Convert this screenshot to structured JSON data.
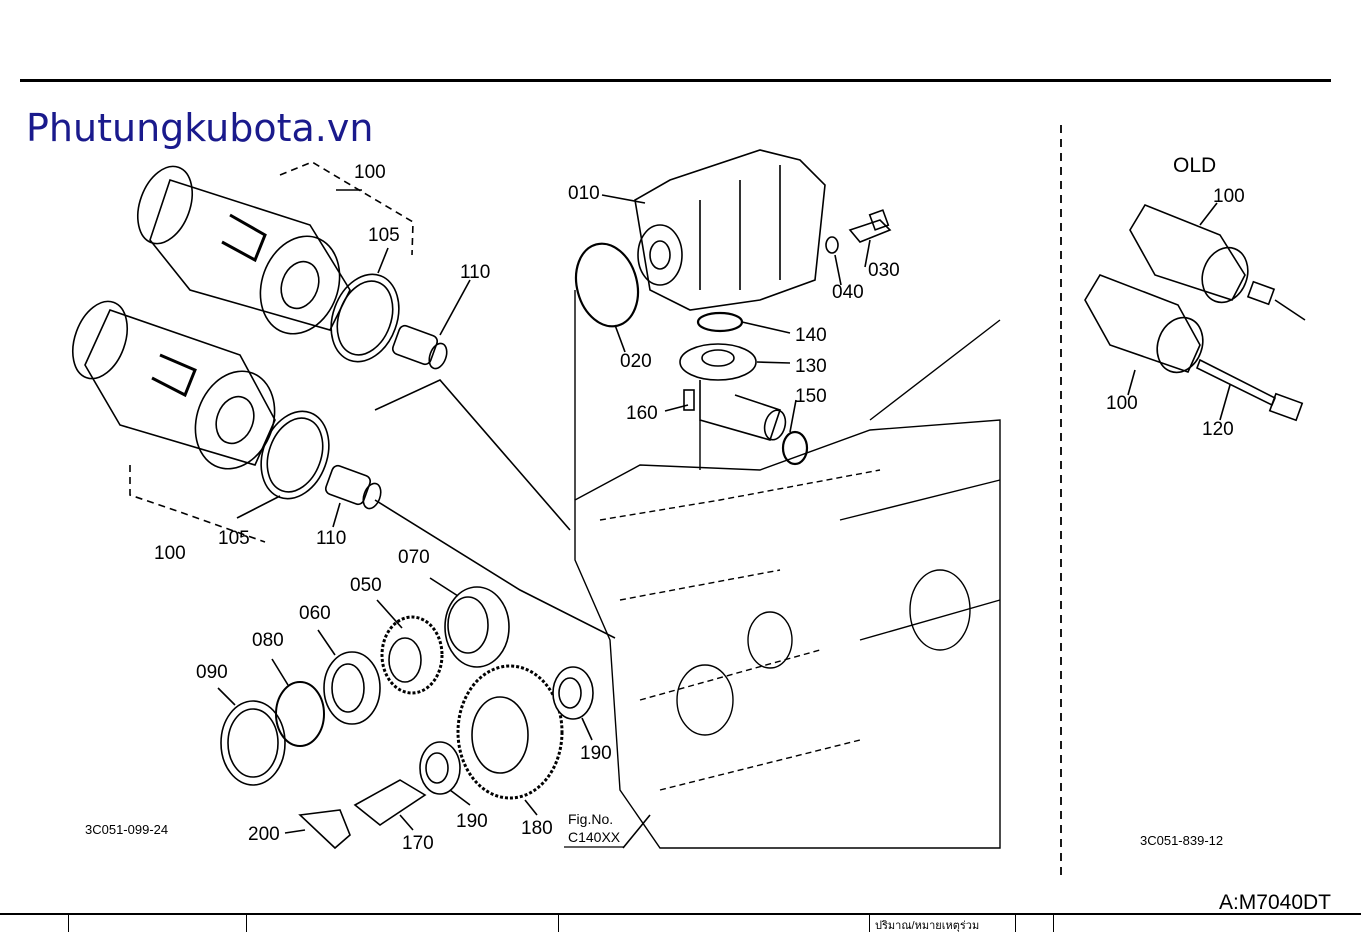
{
  "watermark": "Phutungkubota.vn",
  "model_code": "A:M7040DT",
  "old_label": "OLD",
  "fig_no_label": "Fig.No.",
  "fig_no_value": "C140XX",
  "drawing_code_left": "3C051-099-24",
  "drawing_code_right": "3C051-839-12",
  "callouts": {
    "c010": "010",
    "c020": "020",
    "c030": "030",
    "c040": "040",
    "c050": "050",
    "c060": "060",
    "c070": "070",
    "c080": "080",
    "c090": "090",
    "c100a": "100",
    "c100b": "100",
    "c105a": "105",
    "c105b": "105",
    "c110a": "110",
    "c110b": "110",
    "c130": "130",
    "c140": "140",
    "c150": "150",
    "c160": "160",
    "c170": "170",
    "c180": "180",
    "c190a": "190",
    "c190b": "190",
    "c200": "200",
    "old100a": "100",
    "old100b": "100",
    "old120": "120"
  },
  "bottom_note": "ปริมาณ/หมายเหตุร่วม"
}
